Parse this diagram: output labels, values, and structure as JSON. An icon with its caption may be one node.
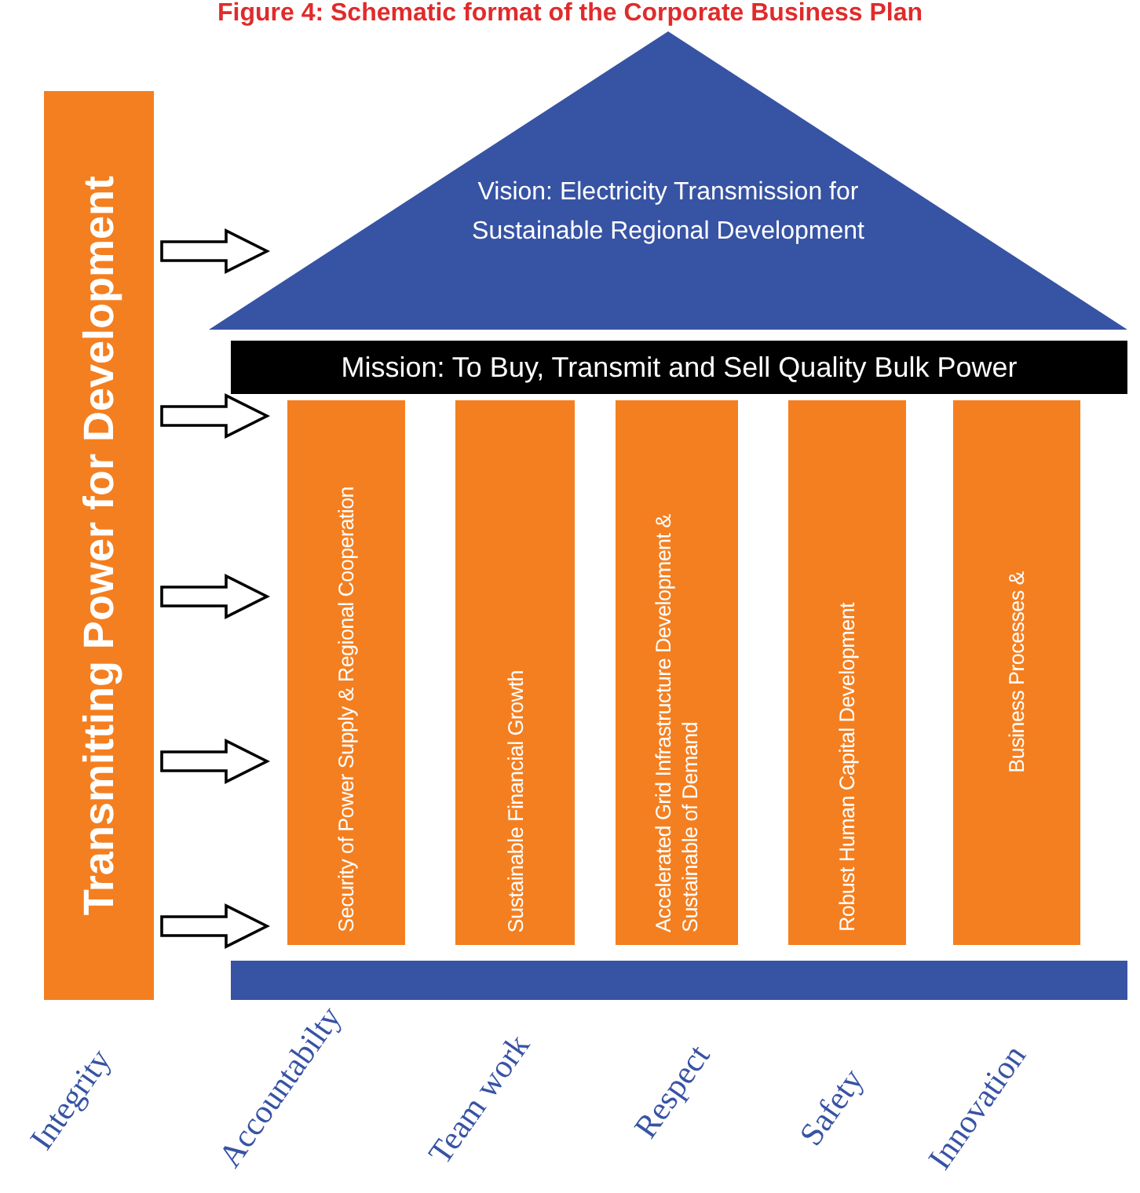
{
  "diagram": {
    "title": "Figure 4: Schematic format of the Corporate Business Plan",
    "nodes": [
      {
        "text": [
          "Transmitting Power for Development"
        ]
      },
      {
        "text": [
          "Vision: Electricity Transmission for Sustainable Regional Development"
        ]
      },
      {
        "text": [
          "Mission: To Buy, Transmit and Sell Quality Bulk Power"
        ]
      },
      {
        "text": [
          "Security of Power Supply & Regional Cooperation"
        ]
      },
      {
        "text": [
          "Sustainable Financial Growth"
        ]
      },
      {
        "text": [
          "Accelerated Grid Infrastructure Development & Sustainable of Demand"
        ]
      },
      {
        "text": [
          "Robust Human Capital Development"
        ]
      },
      {
        "text": [
          "Business Processes &"
        ]
      },
      {
        "text": [],
        "shape": "bar"
      }
    ],
    "edges": [
      {
        "from": 0,
        "to": 1,
        "arrow": "to"
      },
      {
        "from": 0,
        "to": 3,
        "arrow": "to"
      },
      {
        "from": 0,
        "to": 3,
        "arrow": "to"
      },
      {
        "from": 0,
        "to": 3,
        "arrow": "to"
      },
      {
        "from": 0,
        "to": 3,
        "arrow": "to"
      }
    ],
    "labels": [
      "Integrity",
      "Accountabilty",
      "Team work",
      "Respect",
      "Safety",
      "Innovation"
    ]
  }
}
